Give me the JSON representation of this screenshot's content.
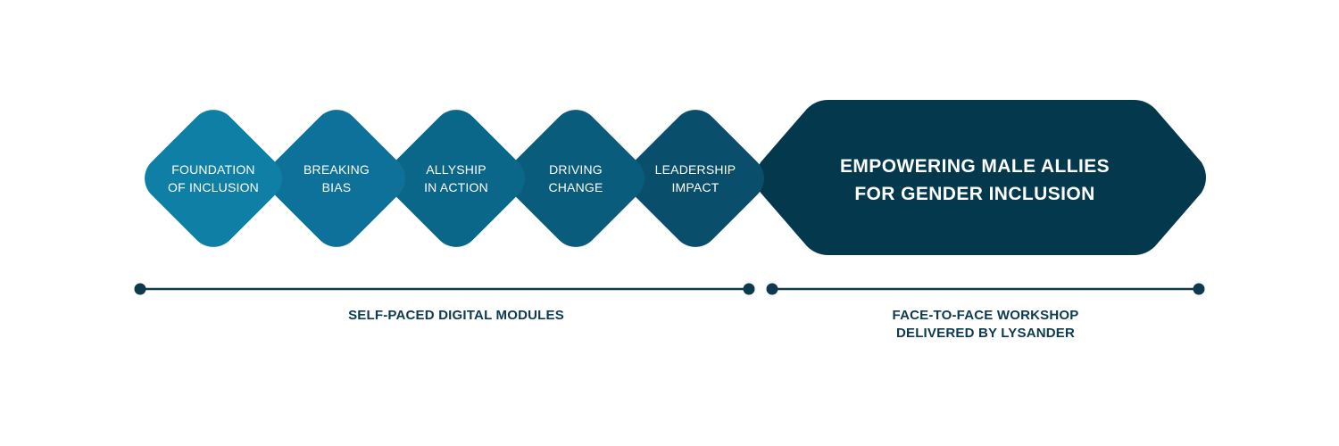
{
  "modules": [
    {
      "line1": "FOUNDATION",
      "line2": "OF INCLUSION",
      "color": "#0f7fa6"
    },
    {
      "line1": "BREAKING",
      "line2": "BIAS",
      "color": "#0d7199"
    },
    {
      "line1": "ALLYSHIP",
      "line2": "IN ACTION",
      "color": "#0b678a"
    },
    {
      "line1": "DRIVING",
      "line2": "CHANGE",
      "color": "#0a5c7c"
    },
    {
      "line1": "LEADERSHIP",
      "line2": "IMPACT",
      "color": "#094f6c"
    }
  ],
  "workshop": {
    "line1": "EMPOWERING MALE ALLIES",
    "line2": "FOR GENDER INCLUSION",
    "color": "#04394d"
  },
  "phases": {
    "digital": {
      "line1": "SELF-PACED DIGITAL MODULES"
    },
    "workshop": {
      "line1": "FACE-TO-FACE WORKSHOP",
      "line2": "DELIVERED BY LYSANDER"
    }
  },
  "colors": {
    "timeline": "#0d3a4f",
    "text_dark": "#0d3a4f"
  }
}
